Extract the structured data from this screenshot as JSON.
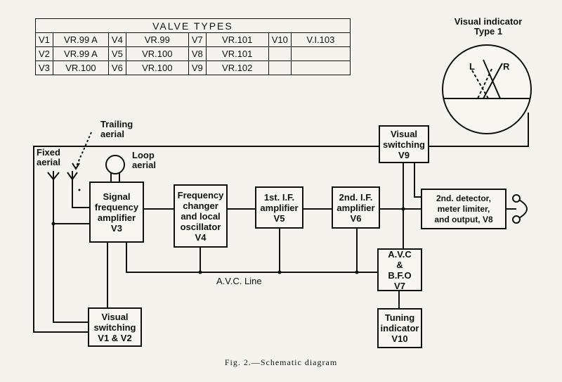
{
  "valve_table": {
    "title": "VALVE TYPES",
    "rows": [
      [
        {
          "v": "V1",
          "t": "VR.99 A"
        },
        {
          "v": "V4",
          "t": "VR.99"
        },
        {
          "v": "V7",
          "t": "VR.101"
        },
        {
          "v": "V10",
          "t": "V.I.103"
        }
      ],
      [
        {
          "v": "V2",
          "t": "VR.99 A"
        },
        {
          "v": "V5",
          "t": "VR.100"
        },
        {
          "v": "V8",
          "t": "VR.101"
        },
        {
          "v": "",
          "t": ""
        }
      ],
      [
        {
          "v": "V3",
          "t": "VR.100"
        },
        {
          "v": "V6",
          "t": "VR.100"
        },
        {
          "v": "V9",
          "t": "VR.102"
        },
        {
          "v": "",
          "t": ""
        }
      ]
    ]
  },
  "indicator": {
    "title1": "Visual indicator",
    "title2": "Type 1",
    "left": "L",
    "right": "R"
  },
  "labels": {
    "trailing_aerial": "Trailing aerial",
    "fixed_aerial": "Fixed aerial",
    "loop_aerial": "Loop aerial",
    "avc_line": "A.V.C. Line"
  },
  "boxes": {
    "signal": [
      "Signal",
      "frequency",
      "amplifier",
      "V3"
    ],
    "freq": [
      "Frequency",
      "changer",
      "and local",
      "oscillator",
      "V4"
    ],
    "if1": [
      "1st. I.F.",
      "amplifier",
      "V5"
    ],
    "if2": [
      "2nd. I.F.",
      "amplifier",
      "V6"
    ],
    "visual_top": [
      "Visual",
      "switching",
      "V9"
    ],
    "detector": [
      "2nd. detector,",
      "meter limiter,",
      "and output, V8"
    ],
    "avc": [
      "A.V.C",
      "&",
      "B.F.O",
      "V7"
    ],
    "tuning": [
      "Tuning",
      "indicator",
      "V10"
    ],
    "visual_bottom": [
      "Visual",
      "switching",
      "V1 & V2"
    ]
  },
  "caption": "Fig. 2.—Schematic diagram"
}
